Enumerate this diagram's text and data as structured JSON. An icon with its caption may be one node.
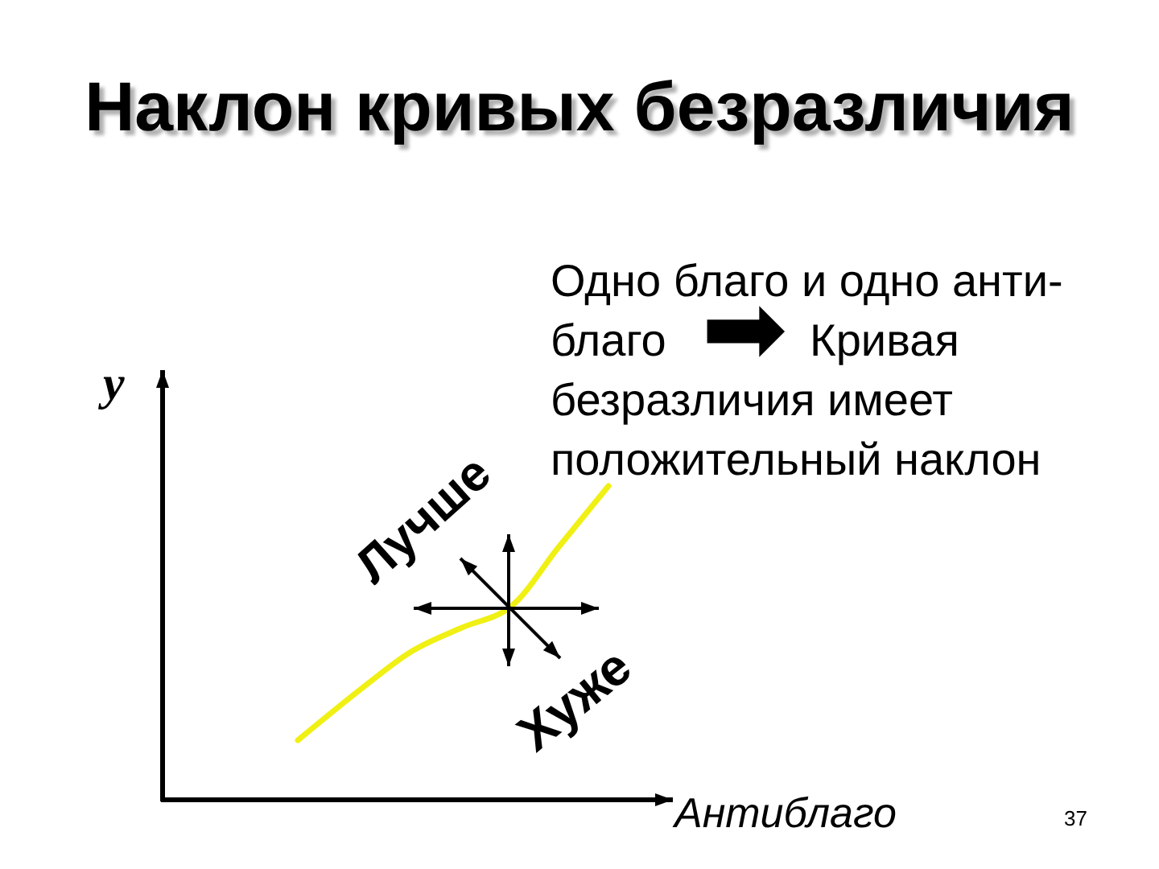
{
  "diagram": {
    "title": "Наклон кривых безразличия",
    "labels": [
      "Одно благо и одно анти-благо ➡ Кривая безразличия имеет положительный наклон",
      "y",
      "Лучше",
      "Хуже",
      "Антиблаго",
      "37"
    ]
  }
}
